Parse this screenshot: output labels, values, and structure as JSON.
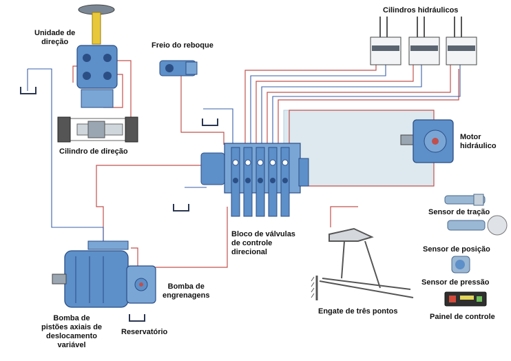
{
  "colors": {
    "pipe_red": "#c0504d",
    "pipe_blue": "#3a5fa8",
    "component_blue": "#5d8fc9",
    "component_dark": "#2b4e85",
    "oil_fill": "#dde9ef",
    "tank": "#2a3550"
  },
  "labels": {
    "steering_unit": [
      "Unidade de",
      "direção"
    ],
    "trailer_brake": "Freio do reboque",
    "hydraulic_cylinders": "Cilindros hidráulicos",
    "steering_cylinder": "Cilindro de direção",
    "hydraulic_motor": [
      "Motor",
      "hidráulico"
    ],
    "valve_block": [
      "Bloco de válvulas",
      "de controle",
      "direcional"
    ],
    "gear_pump": [
      "Bomba de",
      "engrenagens"
    ],
    "axial_piston_pump": [
      "Bomba de",
      "pistões axiais de",
      "deslocamento",
      "variável"
    ],
    "reservoir": "Reservatório",
    "three_point_hitch": "Engate de três pontos",
    "traction_sensor": "Sensor de tração",
    "position_sensor": "Sensor de posição",
    "pressure_sensor": "Sensor de pressão",
    "control_panel": "Painel de controle"
  }
}
